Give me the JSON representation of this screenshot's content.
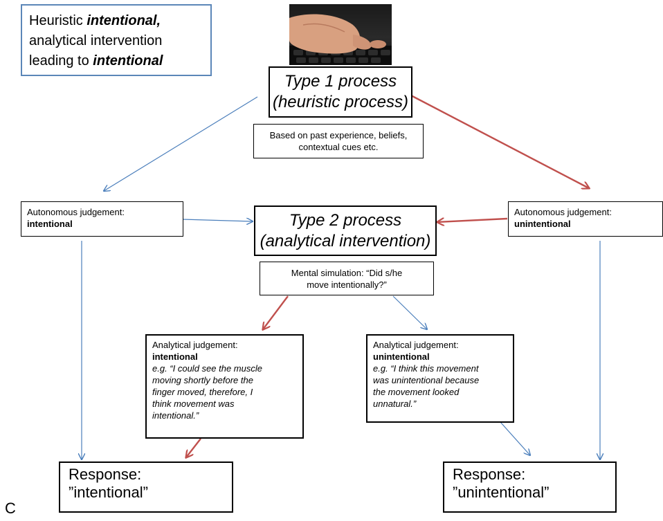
{
  "title": {
    "p1": "Heuristic ",
    "p1_em": "intentional,",
    "line2": "analytical intervention",
    "p3": "leading to ",
    "p3_em": "intentional"
  },
  "type1": {
    "line1": "Type 1 process",
    "line2": "(heuristic process)"
  },
  "type1_note": {
    "line1": "Based on past experience, beliefs,",
    "line2": "contextual cues etc."
  },
  "auto_left": {
    "label": "Autonomous judgement:",
    "value": "intentional"
  },
  "auto_right": {
    "label": "Autonomous judgement:",
    "value": "unintentional"
  },
  "type2": {
    "line1": "Type 2 process",
    "line2": "(analytical intervention)"
  },
  "simulation": {
    "line1": "Mental simulation: “Did s/he",
    "line2": "move intentionally?”"
  },
  "anal_left": {
    "label": "Analytical judgement:",
    "value": "intentional",
    "example": [
      "e.g. “I could see the muscle",
      "moving shortly before the",
      "finger moved, therefore, I",
      "think movement was",
      "intentional.”"
    ]
  },
  "anal_right": {
    "label": "Analytical judgement:",
    "value": "unintentional",
    "example": [
      "e.g. “I think this movement",
      "was unintentional because",
      "the movement looked",
      "unnatural.”"
    ]
  },
  "resp_left": {
    "line1": "Response:",
    "line2": "”intentional”"
  },
  "resp_right": {
    "line1": "Response:",
    "line2": "”unintentional”"
  },
  "panel_letter": "C",
  "colors": {
    "blue_arrow": "#4a7ebb",
    "red_arrow": "#c0504d",
    "title_border": "#5b86b8"
  }
}
